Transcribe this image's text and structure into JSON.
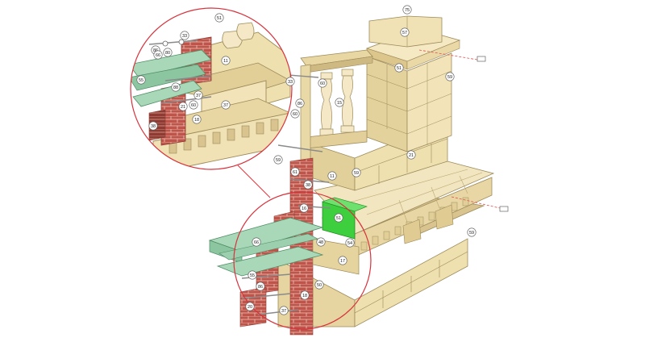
{
  "diagram": {
    "colors": {
      "stone": "#efe0b0",
      "stone_shade": "#d9c48f",
      "stone_dark": "#c4ad73",
      "stone_line": "#9c8a5a",
      "brick": "#c0544a",
      "brick_dark": "#8f3a32",
      "mortar": "#e8c9b8",
      "steel": "#a8d8b8",
      "steel_dark": "#6aa982",
      "green_block": "#3ecf3e",
      "callout_red": "#d8323c",
      "leader": "#e05050",
      "rod": "#8a8a8a"
    },
    "labels": [
      {
        "id": "l75",
        "text": "75"
      },
      {
        "id": "l57",
        "text": "57"
      },
      {
        "id": "l51",
        "text": "51"
      },
      {
        "id": "l59a",
        "text": "59"
      },
      {
        "id": "l33",
        "text": "33"
      },
      {
        "id": "l60a",
        "text": "60"
      },
      {
        "id": "l86a",
        "text": "86"
      },
      {
        "id": "l15",
        "text": "15"
      },
      {
        "id": "l60b",
        "text": "60"
      },
      {
        "id": "l21",
        "text": "21"
      },
      {
        "id": "l59b",
        "text": "59"
      },
      {
        "id": "l11",
        "text": "11"
      },
      {
        "id": "l59c",
        "text": "59"
      },
      {
        "id": "l61",
        "text": "61"
      },
      {
        "id": "l38",
        "text": "38"
      },
      {
        "id": "l16",
        "text": "16"
      },
      {
        "id": "l51b",
        "text": "51"
      },
      {
        "id": "l59d",
        "text": "59"
      },
      {
        "id": "l17",
        "text": "17"
      },
      {
        "id": "l54",
        "text": "54"
      },
      {
        "id": "l48",
        "text": "48"
      },
      {
        "id": "l18",
        "text": "18"
      },
      {
        "id": "l50",
        "text": "50"
      },
      {
        "id": "l66",
        "text": "66"
      },
      {
        "id": "l55",
        "text": "55"
      },
      {
        "id": "l86b",
        "text": "86"
      },
      {
        "id": "l37",
        "text": "37"
      },
      {
        "id": "l20",
        "text": "20"
      },
      {
        "id": "z86",
        "text": "86"
      },
      {
        "id": "z33",
        "text": "33"
      },
      {
        "id": "z51",
        "text": "51"
      },
      {
        "id": "z80",
        "text": "80"
      },
      {
        "id": "z66",
        "text": "66"
      },
      {
        "id": "z55",
        "text": "55"
      },
      {
        "id": "z11",
        "text": "11"
      },
      {
        "id": "z88",
        "text": "88"
      },
      {
        "id": "z37a",
        "text": "37"
      },
      {
        "id": "z37b",
        "text": "37"
      },
      {
        "id": "z60",
        "text": "60"
      },
      {
        "id": "z21",
        "text": "21"
      },
      {
        "id": "z38",
        "text": "38"
      },
      {
        "id": "z18",
        "text": "18"
      }
    ]
  }
}
